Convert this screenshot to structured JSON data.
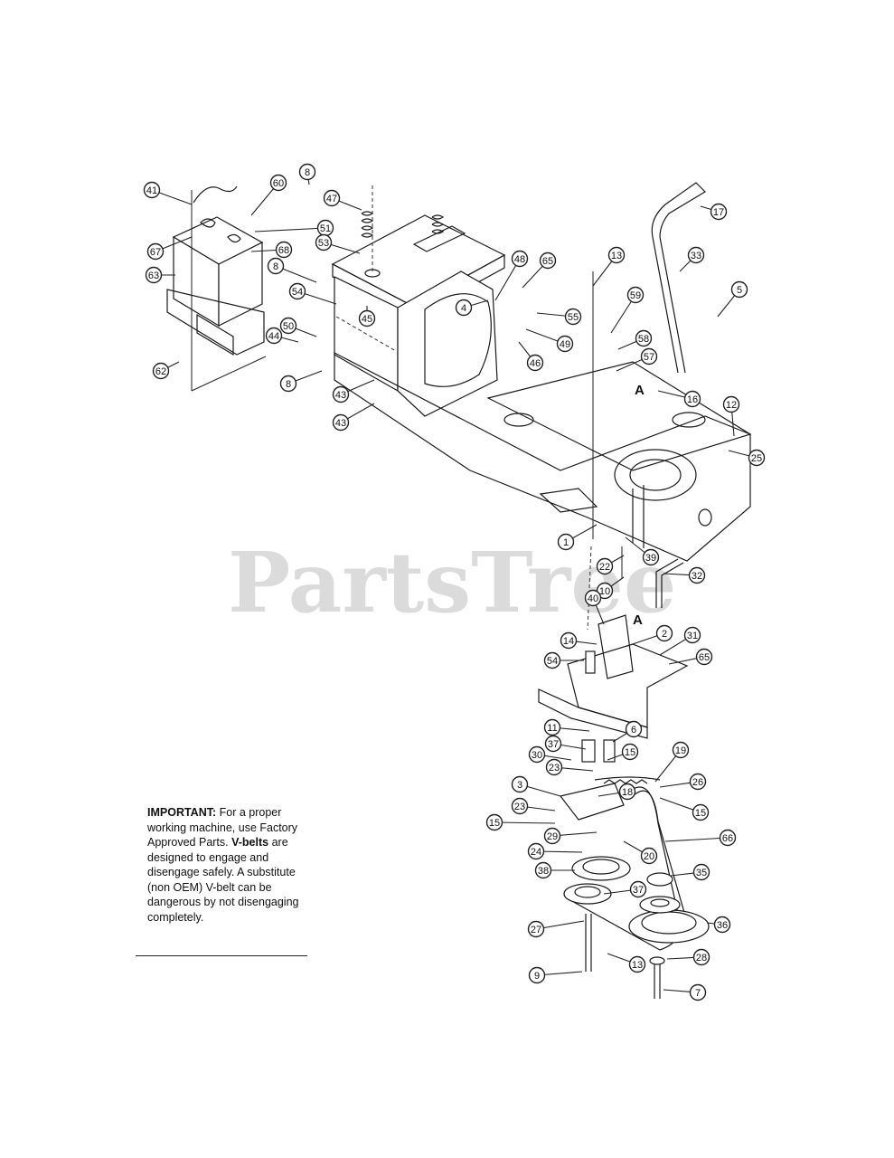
{
  "watermark": "PartsTree",
  "view_letters": {
    "top": "A",
    "bottom": "A"
  },
  "note": {
    "lead": "IMPORTANT:",
    "text1": " For a proper working machine, use Factory Approved Parts. ",
    "bold2": "V-belts",
    "text2": " are designed to engage and disengage safely. A substitute (non OEM) V-belt can be dangerous by not disengaging completely."
  },
  "callouts": [
    {
      "id": "c41",
      "label": "41"
    },
    {
      "id": "c8a",
      "label": "8"
    },
    {
      "id": "c60",
      "label": "60"
    },
    {
      "id": "c47",
      "label": "47"
    },
    {
      "id": "c51",
      "label": "51"
    },
    {
      "id": "c67",
      "label": "67"
    },
    {
      "id": "c68",
      "label": "68"
    },
    {
      "id": "c63",
      "label": "63"
    },
    {
      "id": "c53",
      "label": "53"
    },
    {
      "id": "c8b",
      "label": "8"
    },
    {
      "id": "c54a",
      "label": "54"
    },
    {
      "id": "c45",
      "label": "45"
    },
    {
      "id": "c50",
      "label": "50"
    },
    {
      "id": "c44",
      "label": "44"
    },
    {
      "id": "c62",
      "label": "62"
    },
    {
      "id": "c8c",
      "label": "8"
    },
    {
      "id": "c43a",
      "label": "43"
    },
    {
      "id": "c43b",
      "label": "43"
    },
    {
      "id": "c48",
      "label": "48"
    },
    {
      "id": "c65a",
      "label": "65"
    },
    {
      "id": "c4",
      "label": "4"
    },
    {
      "id": "c55",
      "label": "55"
    },
    {
      "id": "c49",
      "label": "49"
    },
    {
      "id": "c46",
      "label": "46"
    },
    {
      "id": "c13",
      "label": "13"
    },
    {
      "id": "c17",
      "label": "17"
    },
    {
      "id": "c33",
      "label": "33"
    },
    {
      "id": "c59",
      "label": "59"
    },
    {
      "id": "c58",
      "label": "58"
    },
    {
      "id": "c57",
      "label": "57"
    },
    {
      "id": "c5",
      "label": "5"
    },
    {
      "id": "c16",
      "label": "16"
    },
    {
      "id": "c12",
      "label": "12"
    },
    {
      "id": "c25",
      "label": "25"
    },
    {
      "id": "c1",
      "label": "1"
    },
    {
      "id": "c22",
      "label": "22"
    },
    {
      "id": "c39",
      "label": "39"
    },
    {
      "id": "c10",
      "label": "10"
    },
    {
      "id": "c32",
      "label": "32"
    },
    {
      "id": "c40",
      "label": "40"
    },
    {
      "id": "c14",
      "label": "14"
    },
    {
      "id": "c2",
      "label": "2"
    },
    {
      "id": "c31",
      "label": "31"
    },
    {
      "id": "c54b",
      "label": "54"
    },
    {
      "id": "c65b",
      "label": "65"
    },
    {
      "id": "c11",
      "label": "11"
    },
    {
      "id": "c6",
      "label": "6"
    },
    {
      "id": "c37a",
      "label": "37"
    },
    {
      "id": "c30",
      "label": "30"
    },
    {
      "id": "c15a",
      "label": "15"
    },
    {
      "id": "c23a",
      "label": "23"
    },
    {
      "id": "c19",
      "label": "19"
    },
    {
      "id": "c3",
      "label": "3"
    },
    {
      "id": "c18",
      "label": "18"
    },
    {
      "id": "c26",
      "label": "26"
    },
    {
      "id": "c23b",
      "label": "23"
    },
    {
      "id": "c15b",
      "label": "15"
    },
    {
      "id": "c15c",
      "label": "15"
    },
    {
      "id": "c29",
      "label": "29"
    },
    {
      "id": "c66",
      "label": "66"
    },
    {
      "id": "c24",
      "label": "24"
    },
    {
      "id": "c20",
      "label": "20"
    },
    {
      "id": "c38",
      "label": "38"
    },
    {
      "id": "c35",
      "label": "35"
    },
    {
      "id": "c37b",
      "label": "37"
    },
    {
      "id": "c36",
      "label": "36"
    },
    {
      "id": "c27",
      "label": "27"
    },
    {
      "id": "c28",
      "label": "28"
    },
    {
      "id": "c9",
      "label": "9"
    },
    {
      "id": "c13b",
      "label": "13"
    },
    {
      "id": "c7",
      "label": "7"
    }
  ]
}
